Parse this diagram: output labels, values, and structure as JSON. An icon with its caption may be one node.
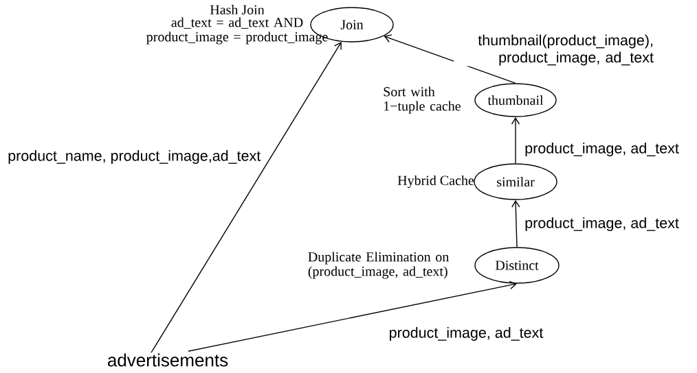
{
  "diagram": {
    "nodes": [
      {
        "text": [
          "Join"
        ],
        "beside": [
          "Hash Join",
          "ad_text = ad_text AND product_image = product_image"
        ]
      },
      {
        "text": [
          "thumbnail"
        ],
        "beside": [
          "Sort with 1−tuple cache"
        ]
      },
      {
        "text": [
          "similar"
        ],
        "beside": [
          "Hybrid Cache"
        ]
      },
      {
        "text": [
          "Distinct"
        ],
        "beside": [
          "Duplicate Elimination on (product_image, ad_text)"
        ]
      },
      {
        "text": [
          "advertisements"
        ]
      }
    ],
    "edges": [
      {
        "from": 4,
        "to": 0,
        "arrow": "to",
        "label": "product_name, product_image,ad_text"
      },
      {
        "from": 1,
        "to": 0,
        "arrow": "to",
        "label": "thumbnail(product_image), product_image, ad_text"
      },
      {
        "from": 2,
        "to": 1,
        "arrow": "to",
        "label": "product_image, ad_text"
      },
      {
        "from": 3,
        "to": 2,
        "arrow": "to",
        "label": "product_image, ad_text"
      },
      {
        "from": 4,
        "to": 3,
        "arrow": "to",
        "label": "product_image, ad_text"
      }
    ]
  }
}
